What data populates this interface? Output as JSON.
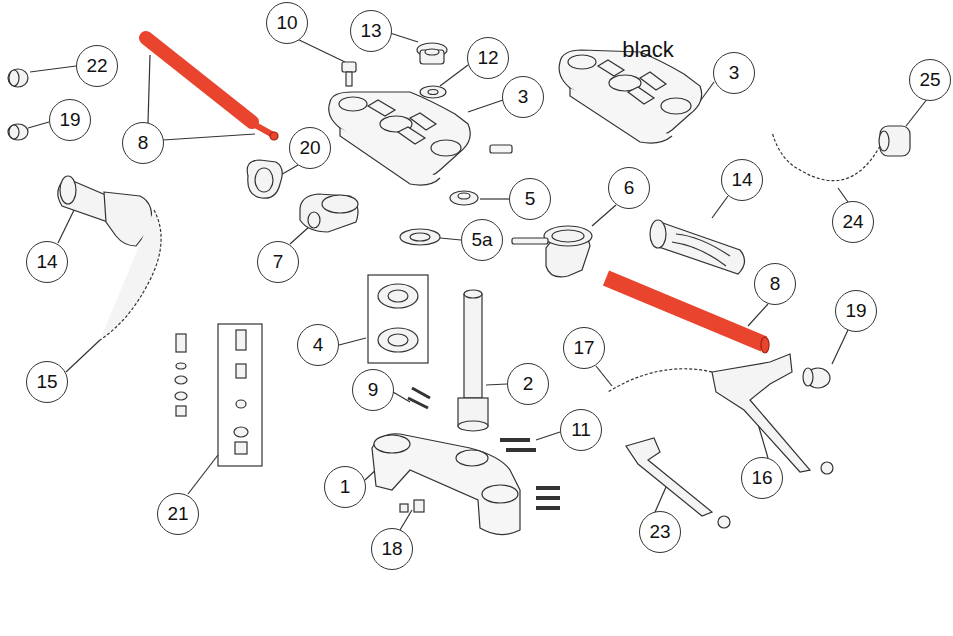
{
  "diagram": {
    "labels": [
      "10",
      "13",
      "12",
      "3",
      "black",
      "3",
      "25",
      "22",
      "19",
      "8",
      "20",
      "5",
      "5a",
      "6",
      "14",
      "24",
      "14",
      "7",
      "8",
      "4",
      "17",
      "19",
      "15",
      "9",
      "2",
      "11",
      "1",
      "16",
      "21",
      "18",
      "23"
    ]
  }
}
